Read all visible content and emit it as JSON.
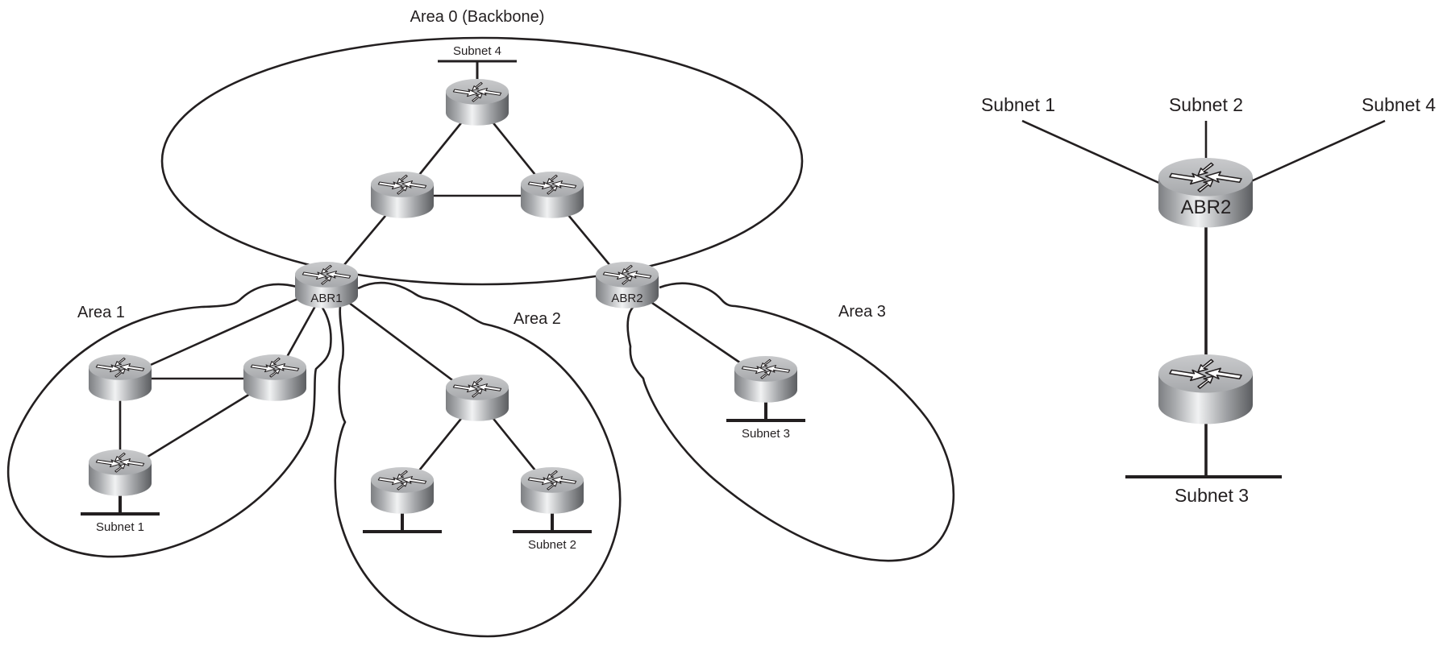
{
  "left_diagram": {
    "areas": [
      {
        "id": "area0",
        "label": "Area 0 (Backbone)"
      },
      {
        "id": "area1",
        "label": "Area 1"
      },
      {
        "id": "area2",
        "label": "Area 2"
      },
      {
        "id": "area3",
        "label": "Area 3"
      }
    ],
    "routers": [
      {
        "id": "bb_top",
        "area": "area0",
        "label": ""
      },
      {
        "id": "bb_left",
        "area": "area0",
        "label": ""
      },
      {
        "id": "bb_right",
        "area": "area0",
        "label": ""
      },
      {
        "id": "abr1",
        "area": "area0",
        "label": "ABR1"
      },
      {
        "id": "abr2",
        "area": "area0",
        "label": "ABR2"
      },
      {
        "id": "a1_tl",
        "area": "area1",
        "label": ""
      },
      {
        "id": "a1_tr",
        "area": "area1",
        "label": ""
      },
      {
        "id": "a1_bl",
        "area": "area1",
        "label": ""
      },
      {
        "id": "a2_top",
        "area": "area2",
        "label": ""
      },
      {
        "id": "a2_bl",
        "area": "area2",
        "label": ""
      },
      {
        "id": "a2_br",
        "area": "area2",
        "label": ""
      },
      {
        "id": "a3_r",
        "area": "area3",
        "label": ""
      }
    ],
    "links": [
      [
        "bb_top",
        "bb_left"
      ],
      [
        "bb_top",
        "bb_right"
      ],
      [
        "bb_left",
        "bb_right"
      ],
      [
        "bb_left",
        "abr1"
      ],
      [
        "bb_right",
        "abr2"
      ],
      [
        "abr1",
        "a1_tl"
      ],
      [
        "abr1",
        "a1_tr"
      ],
      [
        "a1_tl",
        "a1_tr"
      ],
      [
        "a1_tl",
        "a1_bl"
      ],
      [
        "a1_tr",
        "a1_bl"
      ],
      [
        "abr1",
        "a2_top"
      ],
      [
        "a2_top",
        "a2_bl"
      ],
      [
        "a2_top",
        "a2_br"
      ],
      [
        "abr2",
        "a3_r"
      ]
    ],
    "subnets": [
      {
        "router": "bb_top",
        "label": "Subnet 4"
      },
      {
        "router": "a1_bl",
        "label": "Subnet 1"
      },
      {
        "router": "a2_bl",
        "label": ""
      },
      {
        "router": "a2_br",
        "label": "Subnet 2"
      },
      {
        "router": "a3_r",
        "label": "Subnet 3"
      }
    ]
  },
  "right_diagram": {
    "abr_label": "ABR2",
    "upper_subnets": [
      "Subnet 1",
      "Subnet 2",
      "Subnet 4"
    ],
    "lower_subnet": "Subnet 3"
  }
}
